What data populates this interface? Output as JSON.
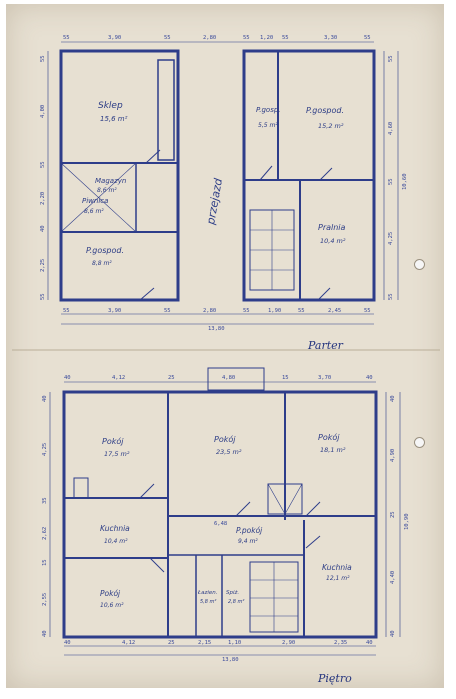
{
  "parter": {
    "title": "Parter",
    "rooms": {
      "sklep": {
        "name": "Sklep",
        "area": "15,6 m²"
      },
      "magazyn": {
        "name": "Magazyn",
        "area": "8,6 m²"
      },
      "piwnica": {
        "name": "Piwnica",
        "area": "8,6 m²"
      },
      "p_gospod_left": {
        "name": "P.gospod.",
        "area": "8,8 m²"
      },
      "p_gosp_small": {
        "name": "P.gosp.",
        "area": "5,5 m²"
      },
      "p_gospod_right": {
        "name": "P.gospod.",
        "area": "15,2 m²"
      },
      "pralnia": {
        "name": "Pralnia",
        "area": "10,4 m²"
      },
      "przejazd": {
        "name": "przejazd"
      }
    },
    "dims_top": [
      "55",
      "3,90",
      "55",
      "2,80",
      "55",
      "1,20",
      "55",
      "3,30",
      "55"
    ],
    "dims_bottom": [
      "55",
      "3,90",
      "55",
      "2,80",
      "55",
      "1,90",
      "55",
      "2,45",
      "55"
    ],
    "total_width": "13,80",
    "dims_left": [
      "55",
      "4,00",
      "55",
      "2,20",
      "40",
      "2,25",
      "55"
    ],
    "dims_right": [
      "55",
      "4,60",
      "55",
      "4,25",
      "55"
    ],
    "total_depth": "10,60"
  },
  "pietro": {
    "title": "Piętro",
    "rooms": {
      "pokoj_left": {
        "name": "Pokój",
        "area": "17,5 m²"
      },
      "pokoj_center": {
        "name": "Pokój",
        "area": "23,5 m²"
      },
      "pokoj_right": {
        "name": "Pokój",
        "area": "18,1 m²"
      },
      "kuchnia_left": {
        "name": "Kuchnia",
        "area": "10,4 m²"
      },
      "p_pokoj": {
        "name": "P.pokój",
        "area": "9,4 m²"
      },
      "kuchnia_right": {
        "name": "Kuchnia",
        "area": "12,1 m²"
      },
      "pokoj_small": {
        "name": "Pokój",
        "area": "10,6 m²"
      },
      "lazien": {
        "name": "Łazien.",
        "area": "5,8 m²"
      },
      "spiz": {
        "name": "Spiż.",
        "area": "2,8 m²"
      }
    },
    "dims_top": [
      "40",
      "4,12",
      "25",
      "4,80",
      "15",
      "3,70",
      "40"
    ],
    "dims_bottom": [
      "40",
      "4,12",
      "25",
      "2,15",
      "1,10",
      "2,90",
      "2,35",
      "40"
    ],
    "total_width": "13,80",
    "dims_left": [
      "40",
      "4,25",
      "35",
      "2,62",
      "15",
      "2,55",
      "40"
    ],
    "dims_right": [
      "40",
      "4,90",
      "25",
      "4,40",
      "40"
    ],
    "total_depth": "10,90",
    "inner_dim": "6,48"
  }
}
